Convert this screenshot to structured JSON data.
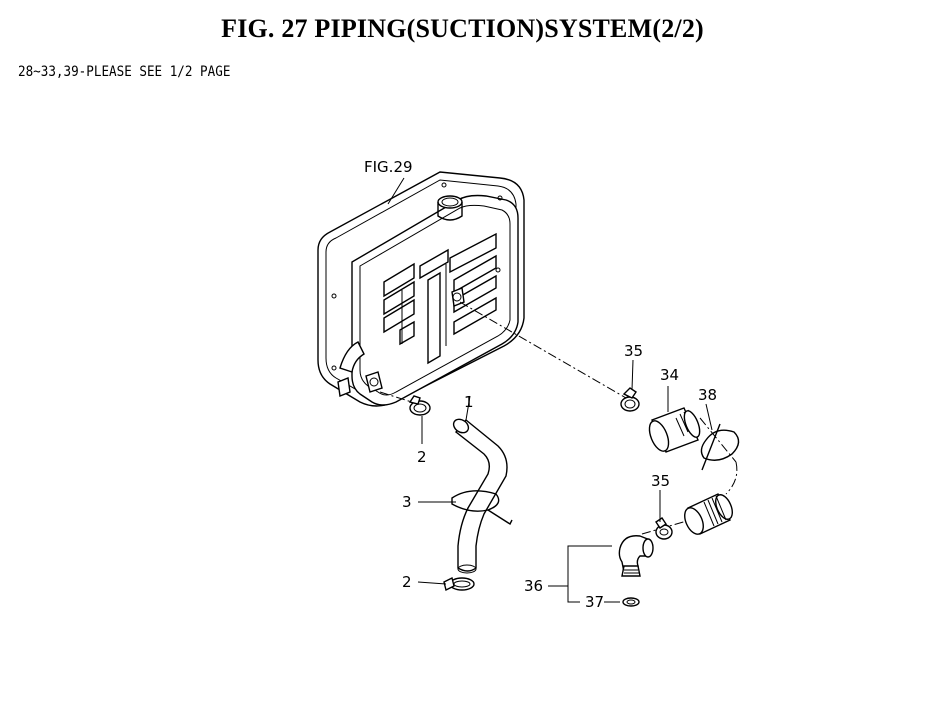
{
  "title": "FIG. 27  PIPING(SUCTION)SYSTEM(2/2)",
  "note": "28~33,39-PLEASE SEE 1/2 PAGE",
  "references": {
    "tank": "FIG.29"
  },
  "callouts": {
    "hose": "1",
    "clamp_upper": "2",
    "clamp_lower": "2",
    "tie": "3",
    "hose_34": "34",
    "clamp_35_upper": "35",
    "clamp_35_lower": "35",
    "elbow": "36",
    "oring": "37",
    "strap": "38"
  }
}
